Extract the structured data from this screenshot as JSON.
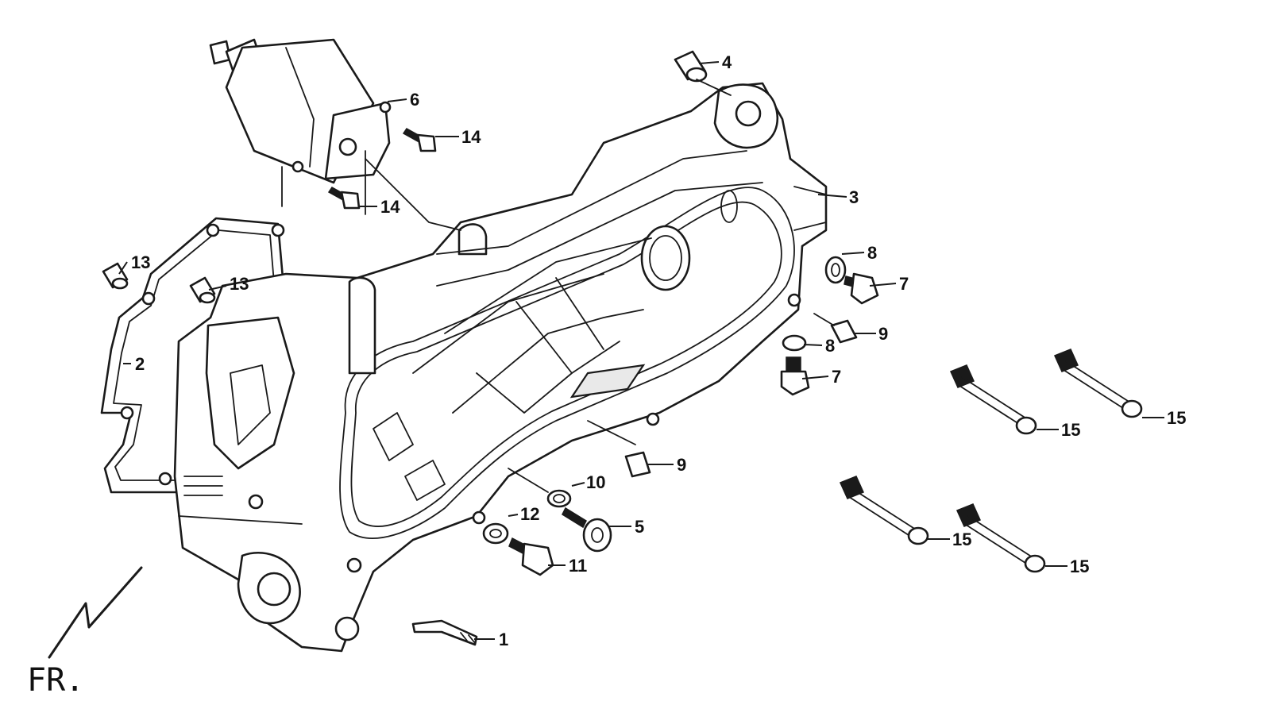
{
  "diagram": {
    "callouts": [
      "1",
      "2",
      "3",
      "4",
      "5",
      "6",
      "7",
      "7",
      "8",
      "8",
      "9",
      "9",
      "10",
      "11",
      "12",
      "13",
      "13",
      "14",
      "14",
      "15",
      "15",
      "15",
      "15"
    ],
    "orientation_label": "FR."
  }
}
